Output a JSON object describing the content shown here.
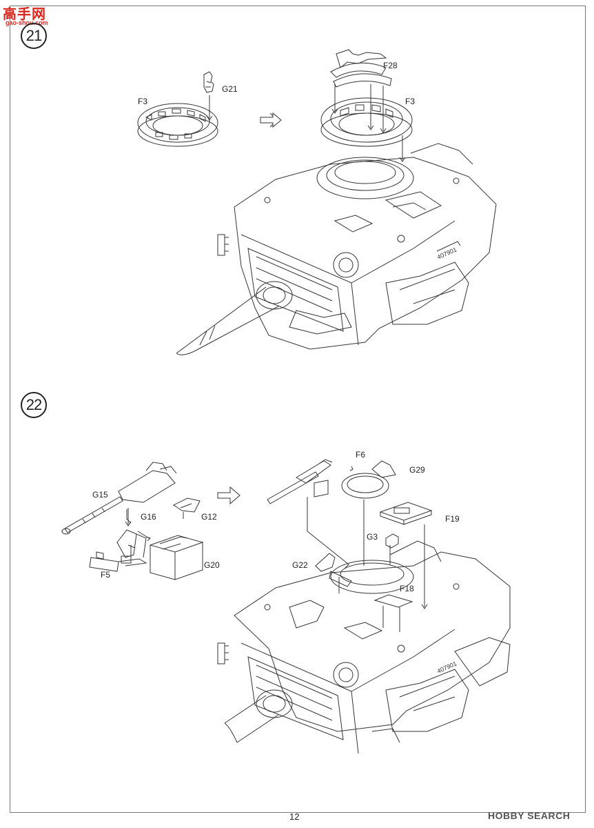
{
  "watermark_top": {
    "title": "高手网",
    "url": "gao-shou.com"
  },
  "watermark_bottom": "HOBBY SEARCH",
  "page_number": "12",
  "steps": [
    {
      "number": "21",
      "labels": [
        "F3",
        "G21",
        "F28",
        "F3"
      ]
    },
    {
      "number": "22",
      "labels": [
        "G15",
        "G16",
        "G12",
        "F5",
        "G20",
        "F6",
        "G29",
        "F19",
        "G3",
        "G22",
        "F18"
      ]
    }
  ],
  "hull_marking": "407901"
}
